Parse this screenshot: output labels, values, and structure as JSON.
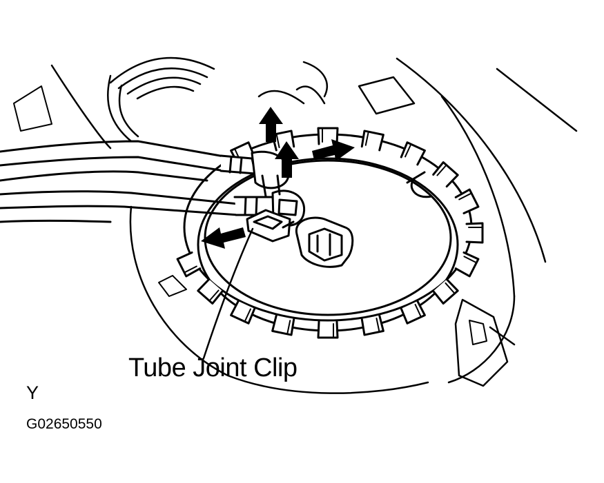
{
  "labels": {
    "callout": "Tube Joint Clip",
    "corner_mark": "Y",
    "figure_id": "G02650550"
  },
  "colors": {
    "ink": "#000000",
    "paper": "#ffffff"
  }
}
